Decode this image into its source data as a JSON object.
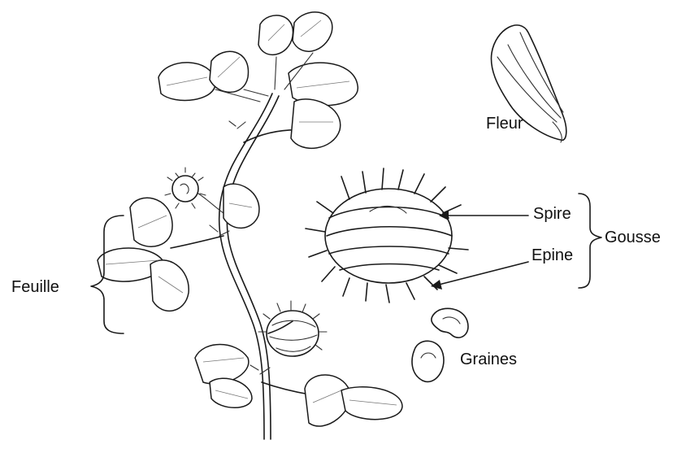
{
  "labels": {
    "fleur": "Fleur",
    "spire": "Spire",
    "gousse": "Gousse",
    "epine": "Epine",
    "feuille": "Feuille",
    "graines": "Graines"
  },
  "colors": {
    "ink": "#1a1a1a",
    "background": "#ffffff"
  }
}
